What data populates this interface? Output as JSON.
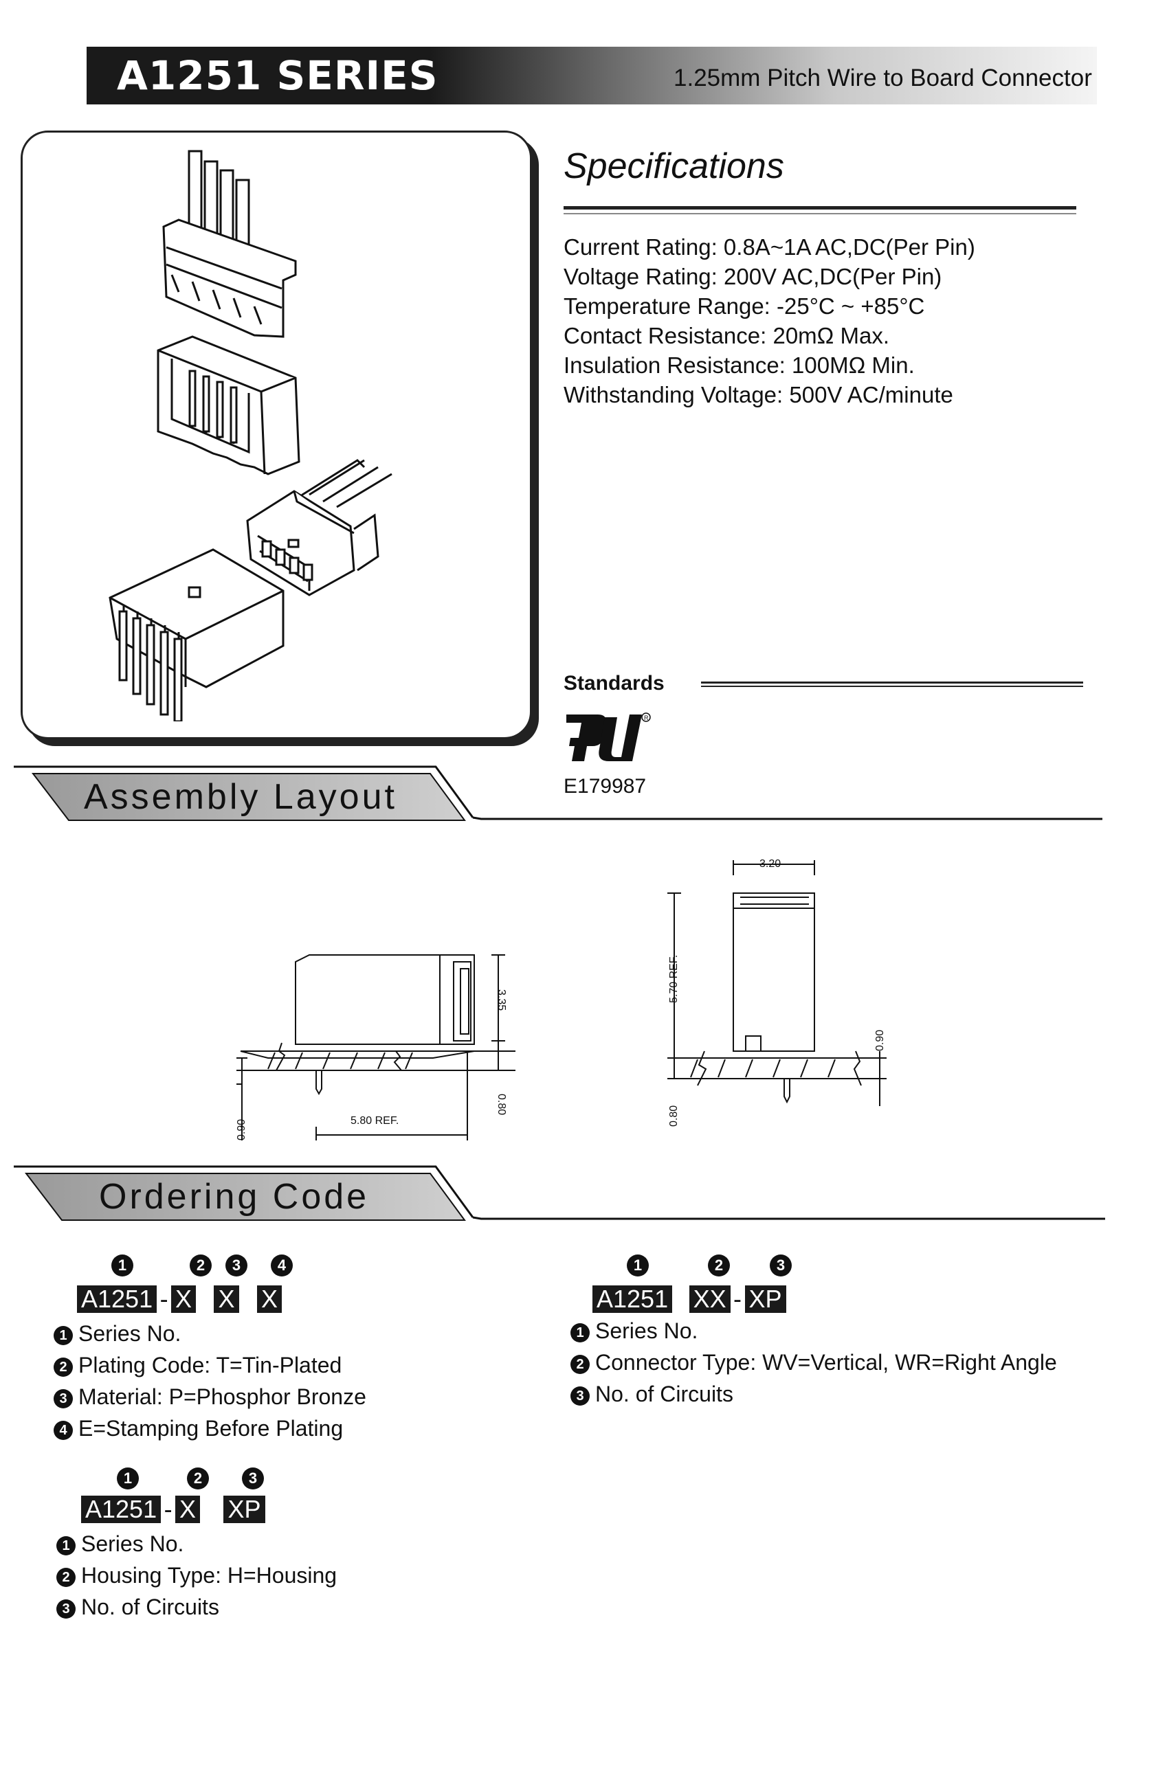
{
  "header": {
    "series": "A1251 SERIES",
    "subtitle": "1.25mm Pitch Wire to Board Connector"
  },
  "specifications": {
    "title": "Specifications",
    "items": [
      "Current Rating: 0.8A~1A AC,DC(Per Pin)",
      "Voltage Rating: 200V AC,DC(Per Pin)",
      "Temperature Range: -25°C ~ +85°C",
      "Contact Resistance: 20mΩ Max.",
      "Insulation Resistance: 100MΩ Min.",
      "Withstanding Voltage: 500V AC/minute"
    ]
  },
  "standards": {
    "title": "Standards",
    "cert_number": "E179987"
  },
  "assembly": {
    "title": "Assembly Layout",
    "dims": {
      "d335": "3.35",
      "d080a": "0.80",
      "d090a": "0.90",
      "d580": "5.80 REF.",
      "d320": "3.20",
      "d570": "5.70 REF.",
      "d080b": "0.80",
      "d090b": "0.90"
    }
  },
  "ordering": {
    "title": "Ordering Code",
    "terminal": {
      "numbers": [
        "1",
        "2",
        "3",
        "4"
      ],
      "code_parts": [
        "A1251",
        "-",
        "X",
        "X",
        "X"
      ],
      "lines": [
        {
          "n": "1",
          "text": "Series No."
        },
        {
          "n": "2",
          "text": "Plating Code: T=Tin-Plated"
        },
        {
          "n": "3",
          "text": "Material: P=Phosphor Bronze"
        },
        {
          "n": "4",
          "text": "E=Stamping Before Plating"
        }
      ]
    },
    "wafer": {
      "numbers": [
        "1",
        "2",
        "3"
      ],
      "code_parts": [
        "A1251",
        "XX",
        "-",
        "XP"
      ],
      "lines": [
        {
          "n": "1",
          "text": "Series No."
        },
        {
          "n": "2",
          "text": "Connector Type: WV=Vertical, WR=Right Angle"
        },
        {
          "n": "3",
          "text": "No. of Circuits"
        }
      ]
    },
    "housing": {
      "numbers": [
        "1",
        "2",
        "3"
      ],
      "code_parts": [
        "A1251",
        "-",
        "X",
        "XP"
      ],
      "lines": [
        {
          "n": "1",
          "text": "Series No."
        },
        {
          "n": "2",
          "text": "Housing Type: H=Housing"
        },
        {
          "n": "3",
          "text": "No. of Circuits"
        }
      ]
    }
  }
}
